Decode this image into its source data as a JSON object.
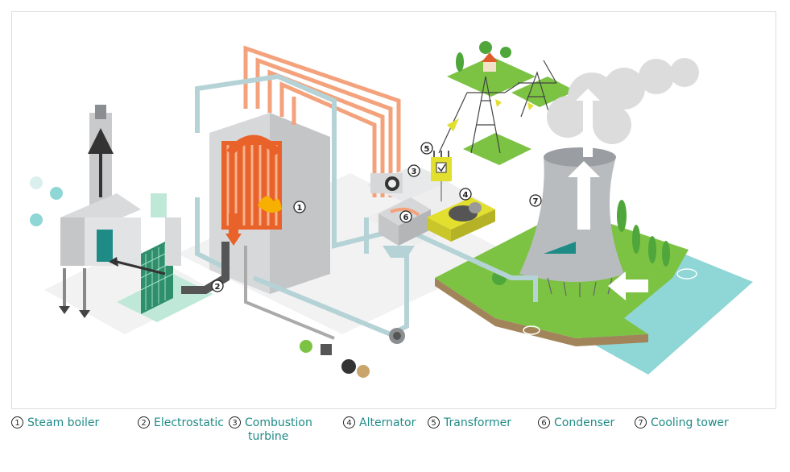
{
  "legend": [
    {
      "num": "1",
      "label": "Steam boiler"
    },
    {
      "num": "2",
      "label": "Electrostatic"
    },
    {
      "num": "3",
      "label": "Combustion",
      "label2": "turbine"
    },
    {
      "num": "4",
      "label": "Alternator"
    },
    {
      "num": "5",
      "label": "Transformer"
    },
    {
      "num": "6",
      "label": "Condenser"
    },
    {
      "num": "7",
      "label": "Cooling tower"
    }
  ],
  "colors": {
    "accent": "#1f8b87",
    "water": "#8fd6d6",
    "grass": "#7cc243",
    "flame": "#e8622a",
    "steam": "#f3a27c",
    "concrete": "#b9bcbf",
    "transformer": "#e2df2f"
  }
}
